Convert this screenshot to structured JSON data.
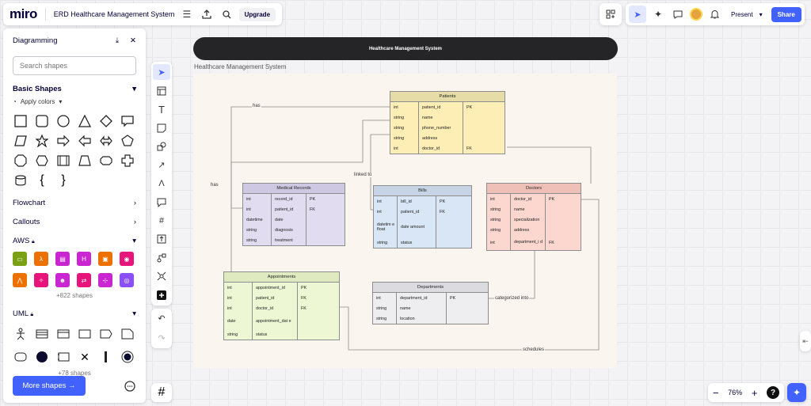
{
  "topbar": {
    "logo": "miro",
    "board_title": "ERD Healthcare Management System",
    "upgrade_label": "Upgrade"
  },
  "topright": {
    "present_label": "Present",
    "share_label": "Share"
  },
  "panel": {
    "title": "Diagramming",
    "search_placeholder": "Search shapes",
    "basic_shapes_label": "Basic Shapes",
    "apply_colors_label": "Apply colors",
    "categories": {
      "flowchart": "Flowchart",
      "callouts": "Callouts",
      "aws": "AWS",
      "uml": "UML"
    },
    "aws_more": "+822 shapes",
    "uml_more": "+78 shapes",
    "more_shapes_label": "More shapes →"
  },
  "zoom": {
    "level": "76%",
    "help": "?"
  },
  "canvas": {
    "banner": "Healthcare Management System",
    "frame_label": "Healthcare Management System",
    "relationships": {
      "has1": "has",
      "has2": "has",
      "linked_to": "linked to",
      "categorized_into": "categorized into",
      "schedules": "schedules"
    }
  },
  "tables": {
    "patients": {
      "name": "Patients",
      "rows": [
        [
          "int",
          "patient_id",
          "PK"
        ],
        [
          "string",
          "name",
          ""
        ],
        [
          "string",
          "phone_number",
          ""
        ],
        [
          "string",
          "address",
          ""
        ],
        [
          "int",
          "doctor_id",
          "FK"
        ]
      ]
    },
    "medical_records": {
      "name": "Medical Records",
      "rows": [
        [
          "int",
          "record_id",
          "PK"
        ],
        [
          "int",
          "patient_id",
          "FK"
        ],
        [
          "datetime",
          "date",
          ""
        ],
        [
          "string",
          "diagnosis",
          ""
        ],
        [
          "string",
          "treatment",
          ""
        ]
      ]
    },
    "bills": {
      "name": "Bills",
      "rows": [
        [
          "int",
          "bill_id",
          "PK"
        ],
        [
          "int",
          "patient_id",
          "FK"
        ],
        [
          "datetim e float",
          "date amount",
          ""
        ],
        [
          "string",
          "status",
          ""
        ]
      ]
    },
    "doctors": {
      "name": "Doctors",
      "rows": [
        [
          "int",
          "doctor_id",
          "PK"
        ],
        [
          "string",
          "name",
          ""
        ],
        [
          "string",
          "specialization",
          ""
        ],
        [
          "string",
          "address",
          ""
        ],
        [
          "int",
          "department_i d",
          "FK"
        ]
      ]
    },
    "appointments": {
      "name": "Appointments",
      "rows": [
        [
          "int",
          "appointment_id",
          "PK"
        ],
        [
          "int",
          "patient_id",
          "FK"
        ],
        [
          "int",
          "doctor_id",
          "FK"
        ],
        [
          "date",
          "appointment_dat e",
          ""
        ],
        [
          "string",
          "status",
          ""
        ]
      ]
    },
    "departments": {
      "name": "Departments",
      "rows": [
        [
          "int",
          "department_id",
          "PK"
        ],
        [
          "string",
          "name",
          ""
        ],
        [
          "string",
          "location",
          ""
        ]
      ]
    }
  },
  "colors": {
    "accent": "#4262ff",
    "patients": "#fdeeb5",
    "patients_head": "#e5dca8",
    "medical_records": "#e2dcf0",
    "medical_records_head": "#cfc8e2",
    "bills": "#d9e6f5",
    "bills_head": "#c6d4e6",
    "doctors": "#fcd7d0",
    "doctors_head": "#efc0b7",
    "appointments": "#eef7d4",
    "appointments_head": "#dfeac0",
    "departments": "#eeeef0",
    "departments_head": "#dcdce0"
  }
}
